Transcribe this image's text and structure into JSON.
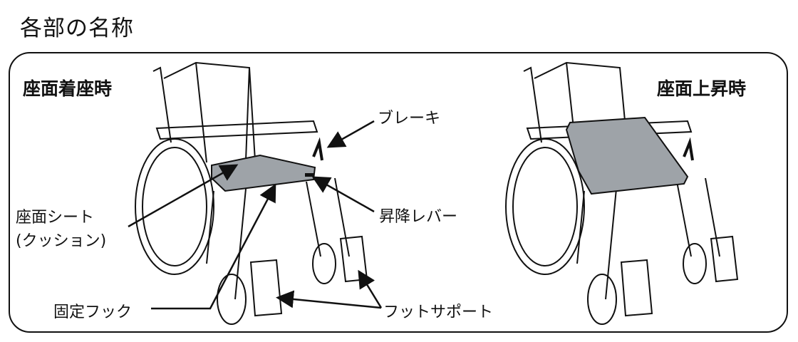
{
  "title": "各部の名称",
  "states": {
    "seated": "座面着座時",
    "raised": "座面上昇時"
  },
  "labels": {
    "brake": "ブレーキ",
    "lift_lever": "昇降レバー",
    "seat_line1": "座面シート",
    "seat_line2": "(クッション)",
    "fixing_hook": "固定フック",
    "foot_support": "フットサポート"
  },
  "colors": {
    "seat": "#9ea3a8",
    "line": "#111111"
  }
}
